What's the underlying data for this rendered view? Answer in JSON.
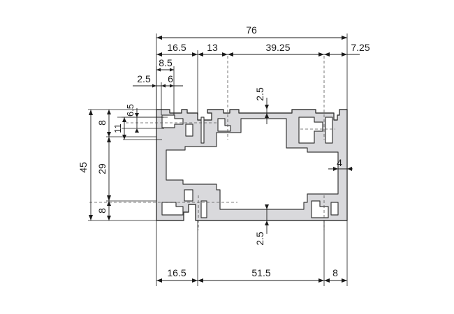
{
  "dimensions": {
    "overall_width": "76",
    "top_16_5": "16.5",
    "top_13": "13",
    "top_39_25": "39.25",
    "top_7_25": "7.25",
    "slot_8_5": "8.5",
    "slot_2_5": "2.5",
    "slot_6": "6",
    "slot_6_5": "6.5",
    "height_45": "45",
    "height_29": "29",
    "left_8_top": "8",
    "left_11": "11",
    "left_8_bottom": "8",
    "wall_top_2_5": "2.5",
    "wall_bottom_2_5": "2.5",
    "right_wall_4": "4",
    "bottom_16_5": "16.5",
    "bottom_51_5": "51.5",
    "bottom_8": "8"
  },
  "colors": {
    "profile_fill": "#d9d9dc",
    "outline": "#3a3a3a"
  }
}
